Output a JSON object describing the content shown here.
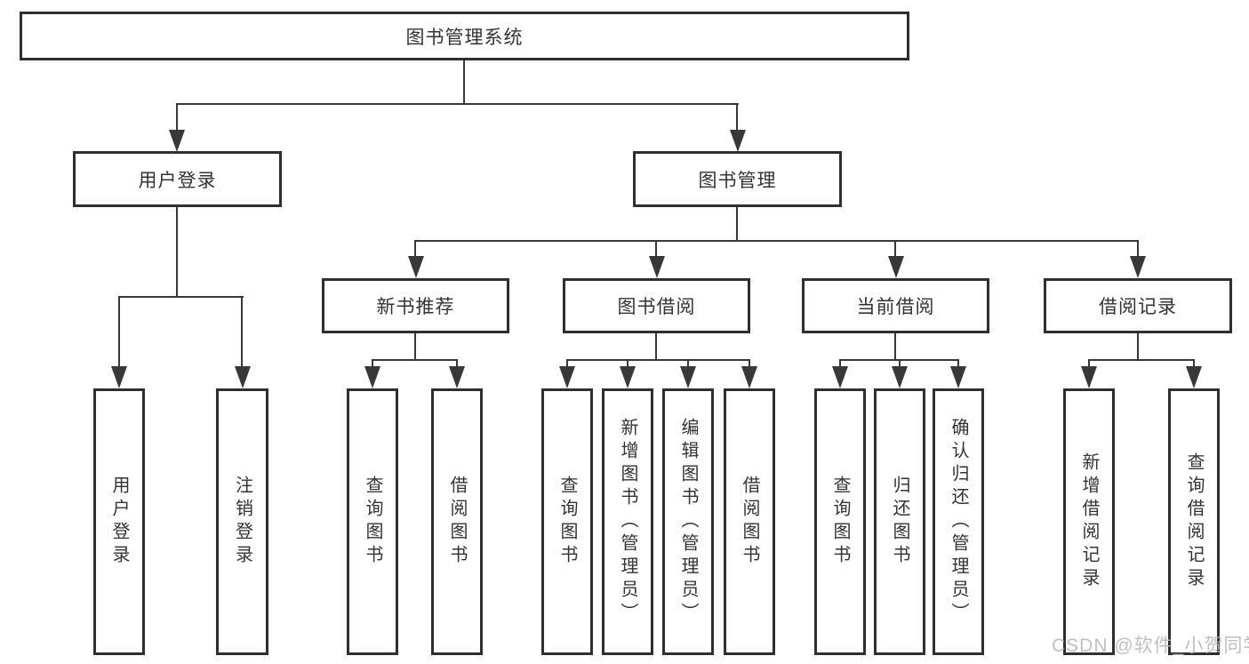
{
  "nodes": {
    "root": {
      "label": "图书管理系统"
    },
    "userLogin": {
      "label": "用户登录"
    },
    "bookManagement": {
      "label": "图书管理"
    },
    "newBookRecommend": {
      "label": "新书推荐"
    },
    "bookBorrow": {
      "label": "图书借阅"
    },
    "currentBorrow": {
      "label": "当前借阅"
    },
    "borrowRecord": {
      "label": "借阅记录"
    },
    "leafUserLogin": {
      "label": "用户登录"
    },
    "leafLogout": {
      "label": "注销登录"
    },
    "leafQueryBook1": {
      "label": "查询图书"
    },
    "leafBorrowBook1": {
      "label": "借阅图书"
    },
    "leafQueryBook2": {
      "label": "查询图书"
    },
    "leafAddBook": {
      "label": "新增图书（管理员）"
    },
    "leafEditBook": {
      "label": "编辑图书（管理员）"
    },
    "leafBorrowBook2": {
      "label": "借阅图书"
    },
    "leafQueryBook3": {
      "label": "查询图书"
    },
    "leafReturnBook": {
      "label": "归还图书"
    },
    "leafConfirmReturn": {
      "label": "确认归还（管理员）"
    },
    "leafAddBorrowRecord": {
      "label": "新增借阅记录"
    },
    "leafQueryBorrowRecord": {
      "label": "查询借阅记录"
    }
  },
  "edges": [
    [
      "root",
      "userLogin"
    ],
    [
      "root",
      "bookManagement"
    ],
    [
      "userLogin",
      "leafUserLogin"
    ],
    [
      "userLogin",
      "leafLogout"
    ],
    [
      "bookManagement",
      "newBookRecommend"
    ],
    [
      "bookManagement",
      "bookBorrow"
    ],
    [
      "bookManagement",
      "currentBorrow"
    ],
    [
      "bookManagement",
      "borrowRecord"
    ],
    [
      "newBookRecommend",
      "leafQueryBook1"
    ],
    [
      "newBookRecommend",
      "leafBorrowBook1"
    ],
    [
      "bookBorrow",
      "leafQueryBook2"
    ],
    [
      "bookBorrow",
      "leafAddBook"
    ],
    [
      "bookBorrow",
      "leafEditBook"
    ],
    [
      "bookBorrow",
      "leafBorrowBook2"
    ],
    [
      "currentBorrow",
      "leafQueryBook3"
    ],
    [
      "currentBorrow",
      "leafReturnBook"
    ],
    [
      "currentBorrow",
      "leafConfirmReturn"
    ],
    [
      "borrowRecord",
      "leafAddBorrowRecord"
    ],
    [
      "borrowRecord",
      "leafQueryBorrowRecord"
    ]
  ],
  "watermark": {
    "text": "CSDN @软件_小贺同学"
  },
  "colors": {
    "line": "#383838",
    "box_border": "#2f2f2f",
    "box_background": "#ffffff",
    "text": "#333333",
    "watermark": "#b9b9b9",
    "background": "#ffffff"
  }
}
